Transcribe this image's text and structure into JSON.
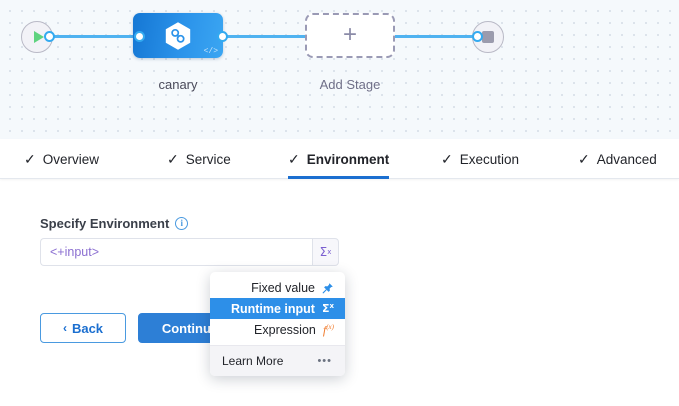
{
  "canvas": {
    "start_node": {
      "icon": "play-icon"
    },
    "end_node": {
      "icon": "stop-icon"
    },
    "stage": {
      "label": "canary",
      "icon": "harness-hexagon-icon",
      "corner_icon": "code-icon",
      "corner_glyph": "</>"
    },
    "add_stage": {
      "label": "Add Stage",
      "icon": "plus-icon",
      "glyph": "+"
    }
  },
  "tabs": [
    {
      "label": "Overview",
      "check": "✓",
      "active": false
    },
    {
      "label": "Service",
      "check": "✓",
      "active": false
    },
    {
      "label": "Environment",
      "check": "✓",
      "active": true
    },
    {
      "label": "Execution",
      "check": "✓",
      "active": false
    },
    {
      "label": "Advanced",
      "check": "✓",
      "active": false
    }
  ],
  "form": {
    "field_label": "Specify Environment",
    "info_glyph": "i",
    "input_value": "<+input>",
    "input_placeholder": "<+input>",
    "sigma_glyph": "Σ",
    "sigma_sup": "x"
  },
  "footer": {
    "back_label": "Back",
    "back_chevron": "‹",
    "continue_label": "Continue"
  },
  "dropdown": {
    "items": [
      {
        "label": "Fixed value",
        "icon": "pin-icon",
        "glyph": "📌",
        "selected": false
      },
      {
        "label": "Runtime input",
        "icon": "sigma-icon",
        "glyph": "Σ",
        "sup": "x",
        "selected": true
      },
      {
        "label": "Expression",
        "icon": "fx-icon",
        "glyph": "f",
        "sup": "(x)",
        "selected": false
      }
    ],
    "footer_label": "Learn More",
    "footer_icon": "ellipsis-icon",
    "footer_glyph": "•••"
  },
  "colors": {
    "accent_blue": "#2d7fd6",
    "tab_underline": "#1b6fd0",
    "wire": "#4fb2f0",
    "stage_gradient_start": "#1577d4",
    "stage_gradient_end": "#3ba6f2",
    "runtime_highlight": "#2d8fe8",
    "expression_orange": "#f07a2b",
    "input_text_purple": "#8b6fd1",
    "canvas_bg": "#f5f9fc"
  }
}
